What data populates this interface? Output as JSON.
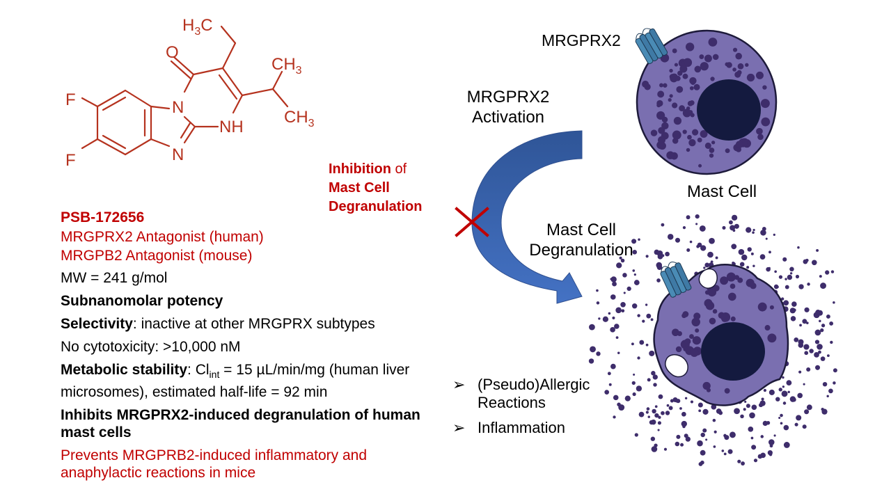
{
  "molecule": {
    "atoms": {
      "h3c_top": "H3C",
      "oxygen": "O",
      "ch3_upper": "CH3",
      "ch3_lower": "CH3",
      "fluorine_1": "F",
      "fluorine_2": "F",
      "n_ring": "N",
      "nh": "NH",
      "n_lower": "N"
    },
    "color": "#b5321e"
  },
  "properties": {
    "compound_name": "PSB-172656",
    "line_human": "MRGPRX2 Antagonist (human)",
    "line_mouse": "MRGPB2 Antagonist (mouse)",
    "mw": "MW = 241 g/mol",
    "potency": "Subnanomolar potency",
    "selectivity_label": "Selectivity",
    "selectivity_text": ": inactive at other MRGPRX subtypes",
    "cytotoxicity": "No cytotoxicity:  >10,000 nM",
    "metabolic_label": "Metabolic stability",
    "metabolic_pre": ": Cl",
    "metabolic_sub": "int",
    "metabolic_post": " = 15 µL/min/mg (human liver microsomes), estimated half-life = 92 min",
    "inhibits": "Inhibits MRGPRX2-induced degranulation of human mast cells",
    "prevents": "Prevents MRGPRB2-induced inflammatory and anaphylactic reactions in mice"
  },
  "diagram": {
    "inhibition_bold": "Inhibition",
    "inhibition_of": " of",
    "inhibition_line2": "Mast Cell",
    "inhibition_line3": "Degranulation",
    "activation_line1": "MRGPRX2",
    "activation_line2": "Activation",
    "receptor_label": "MRGPRX2",
    "mast_cell_label": "Mast Cell",
    "degranulation_line1": "Mast Cell",
    "degranulation_line2": "Degranulation",
    "outcomes": [
      "(Pseudo)Allergic Reactions",
      "Inflammation"
    ],
    "outcome_line1": "(Pseudo)Allergic",
    "outcome_line1b": "Reactions",
    "outcome_line2": "Inflammation",
    "colors": {
      "arrow": "#3f66b0",
      "cross": "#c00000",
      "cell_body": "#7a6fb0",
      "granule": "#3e2d6b",
      "nucleus": "#141a3f",
      "receptor": "#4a8bb5"
    }
  }
}
